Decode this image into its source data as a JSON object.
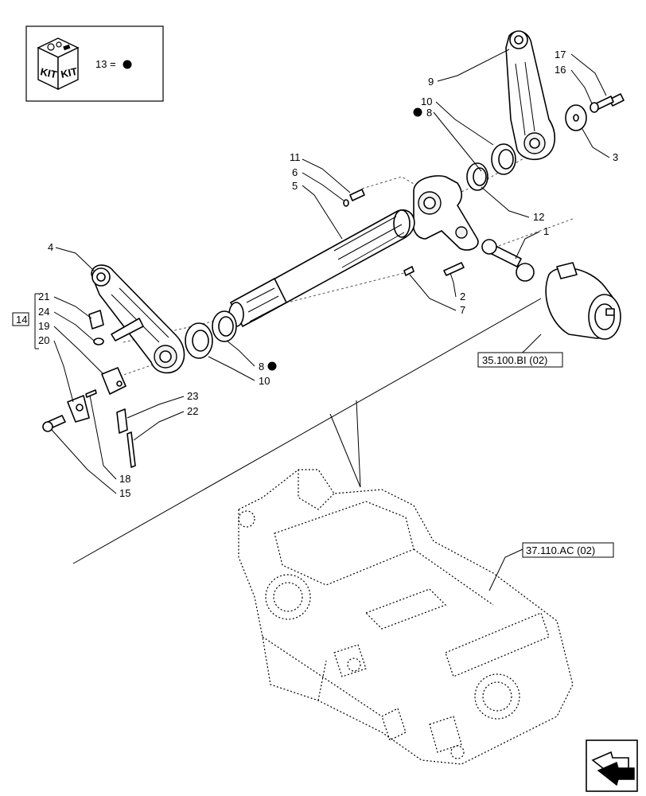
{
  "kit": {
    "icon_text_left": "KIT",
    "icon_text_right": "KIT",
    "legend_text": "13 ="
  },
  "callouts": {
    "c1": "1",
    "c2": "2",
    "c3": "3",
    "c4": "4",
    "c5": "5",
    "c6": "6",
    "c7": "7",
    "c8a": "8",
    "c8b": "8",
    "c9": "9",
    "c10a": "10",
    "c10b": "10",
    "c11": "11",
    "c12": "12",
    "c14": "14",
    "c15": "15",
    "c16": "16",
    "c17": "17",
    "c18": "18",
    "c19": "19",
    "c20": "20",
    "c21": "21",
    "c22": "22",
    "c23": "23",
    "c24": "24"
  },
  "references": {
    "ref_top": "35.100.BI (02)",
    "ref_bottom": "37.110.AC (02)"
  }
}
